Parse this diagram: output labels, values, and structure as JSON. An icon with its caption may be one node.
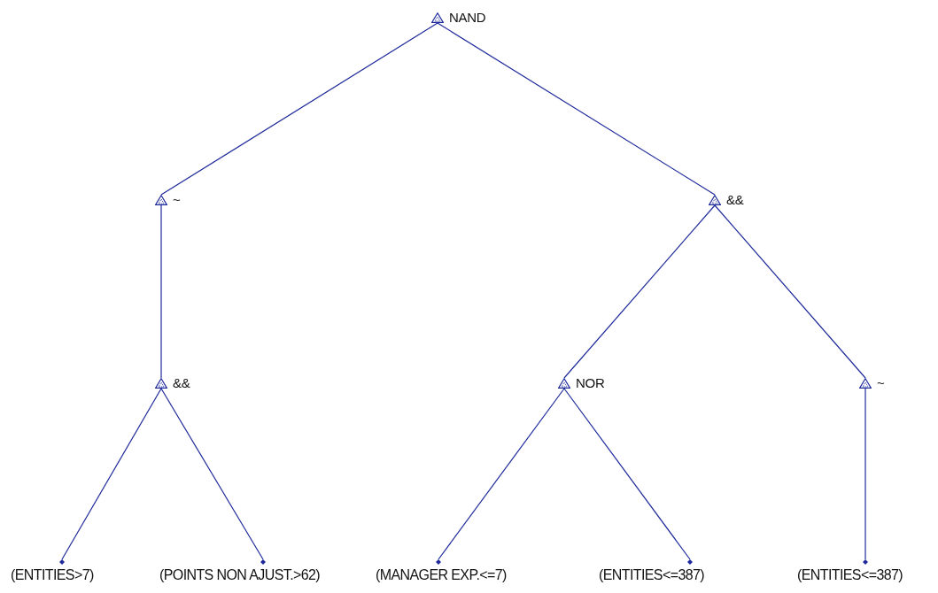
{
  "diagram": {
    "nodes": [
      {
        "text": [
          "NAND"
        ]
      },
      {
        "text": [
          "~"
        ]
      },
      {
        "text": [
          "&&"
        ]
      },
      {
        "text": [
          "&&"
        ]
      },
      {
        "text": [
          "NOR"
        ]
      },
      {
        "text": [
          "~"
        ]
      },
      {
        "text": [
          "(ENTITIES>7)"
        ]
      },
      {
        "text": [
          "(POINTS NON AJUST.>62)"
        ]
      },
      {
        "text": [
          "(MANAGER EXP.<=7)"
        ]
      },
      {
        "text": [
          "(ENTITIES<=387)"
        ]
      },
      {
        "text": [
          "(ENTITIES<=387)"
        ]
      }
    ],
    "edges": [
      {
        "from": 0,
        "to": 1,
        "arrow": "none"
      },
      {
        "from": 0,
        "to": 2,
        "arrow": "none"
      },
      {
        "from": 1,
        "to": 3,
        "arrow": "none"
      },
      {
        "from": 2,
        "to": 4,
        "arrow": "none"
      },
      {
        "from": 2,
        "to": 5,
        "arrow": "none"
      },
      {
        "from": 3,
        "to": 6,
        "arrow": "none"
      },
      {
        "from": 3,
        "to": 7,
        "arrow": "none"
      },
      {
        "from": 4,
        "to": 8,
        "arrow": "none"
      },
      {
        "from": 4,
        "to": 9,
        "arrow": "none"
      },
      {
        "from": 5,
        "to": 10,
        "arrow": "none"
      }
    ]
  }
}
